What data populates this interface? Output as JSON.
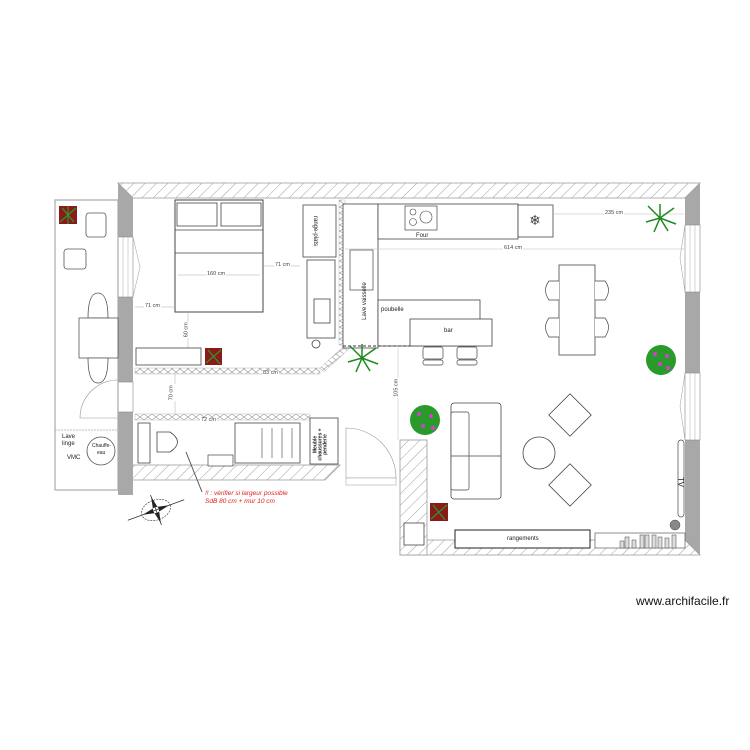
{
  "plan": {
    "colors": {
      "wall_hatch": "#b0b0b0",
      "wall_solid": "#a8a8a8",
      "line": "#444444",
      "plant_pot": "#8b1a1a",
      "plant_leaf": "#2a9a2a",
      "flower": "#d040d0",
      "note": "#e02020"
    },
    "rooms": {
      "bedroom": {
        "bed_width": "160 cm",
        "left_clearance": "71 cm",
        "right_clearance": "71 cm",
        "foot_clearance": "60 cm"
      },
      "corridor": {
        "width": "70 cm",
        "length_mark": "83 cm"
      },
      "bathroom": {
        "width_mark": "72 cm",
        "furniture": "Meuble chaussures + penderie"
      },
      "kitchen": {
        "sink_label": "Lave vaisselle",
        "storage_label": "range-plats",
        "oven_label": "Four",
        "trash_label": "poubelle",
        "bar_label": "bar",
        "width_mark": "614 cm",
        "fridge_gap": "235 cm"
      },
      "living": {
        "storage_label": "rangements",
        "tv_label": "TV",
        "height_mark": "105 cm"
      },
      "balcony": {
        "washer_label_line1": "Lave",
        "washer_label_line2": "linge",
        "vmc_label": "VMC",
        "heater_label_line1": "Chauffe-",
        "heater_label_line2": "eau"
      }
    },
    "note_line1": "!! : vérifier si largeur possible",
    "note_line2": "SdB 80 cm + mur 10 cm",
    "watermark": "www.archifacile.fr"
  }
}
